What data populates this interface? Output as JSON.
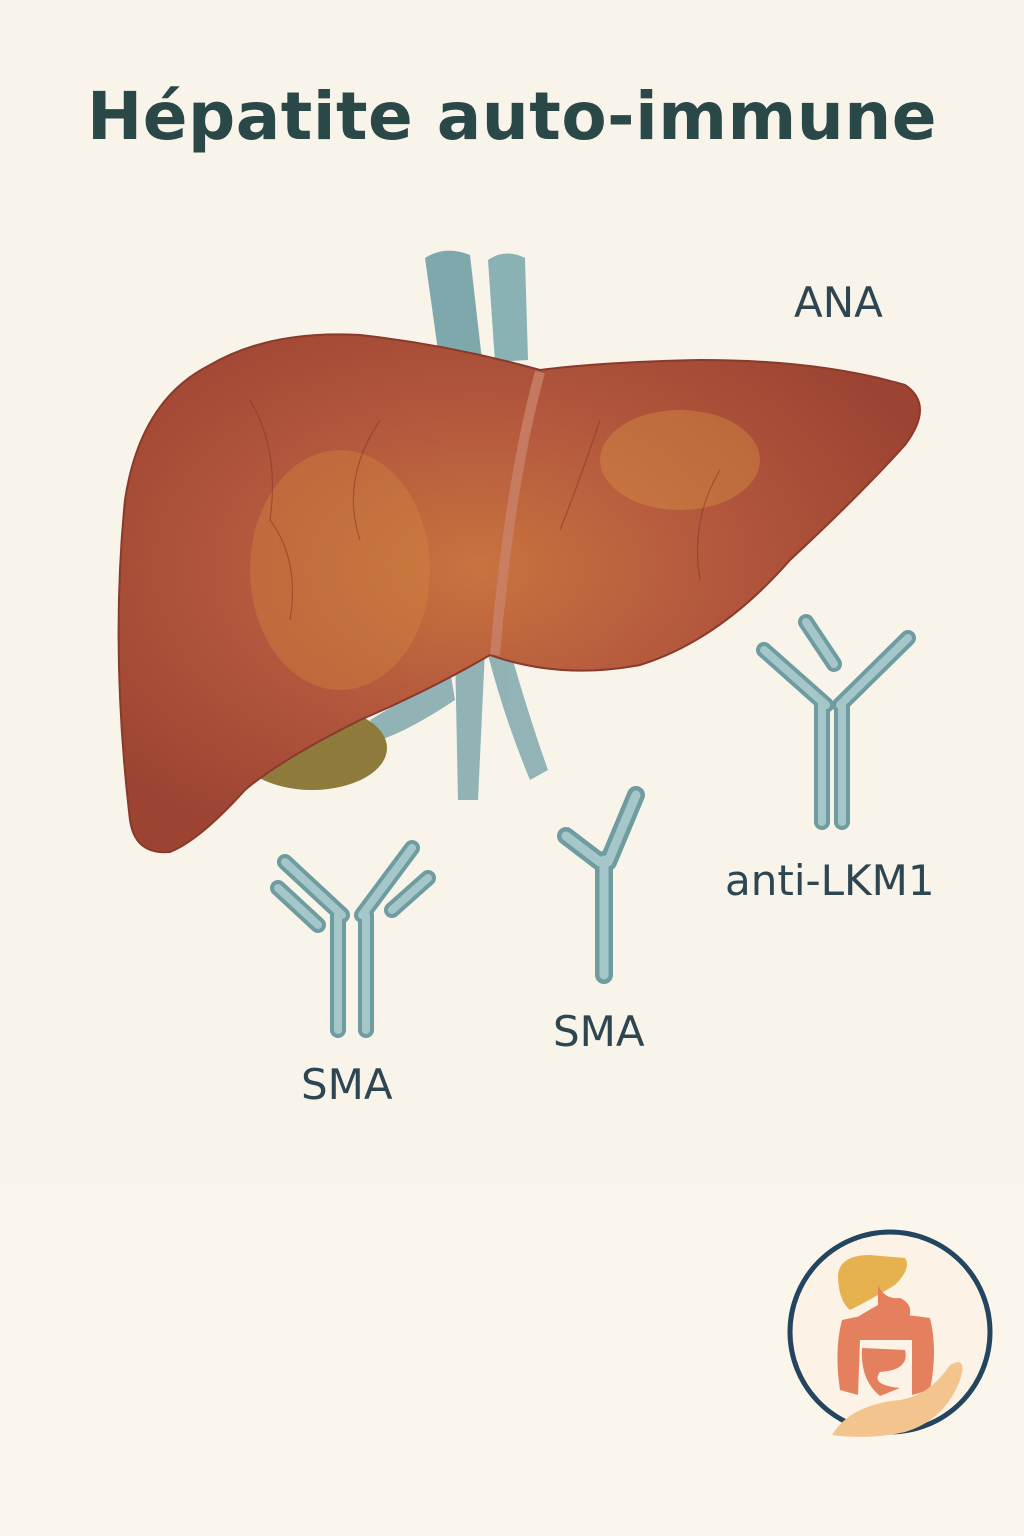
{
  "title": "Hépatite auto-immune",
  "labels": {
    "ana": "ANA",
    "anti_lkm1": "anti-LKM1",
    "sma_middle": "SMA",
    "sma_left": "SMA"
  },
  "colors": {
    "liver": "#b0533b",
    "vessel": "#7ea8ac",
    "antibody": "#86b1b5",
    "title": "#2b4848",
    "logo_ring": "#24455f"
  },
  "icons": [
    "liver-illustration",
    "antibody-icon",
    "digestive-care-logo"
  ]
}
